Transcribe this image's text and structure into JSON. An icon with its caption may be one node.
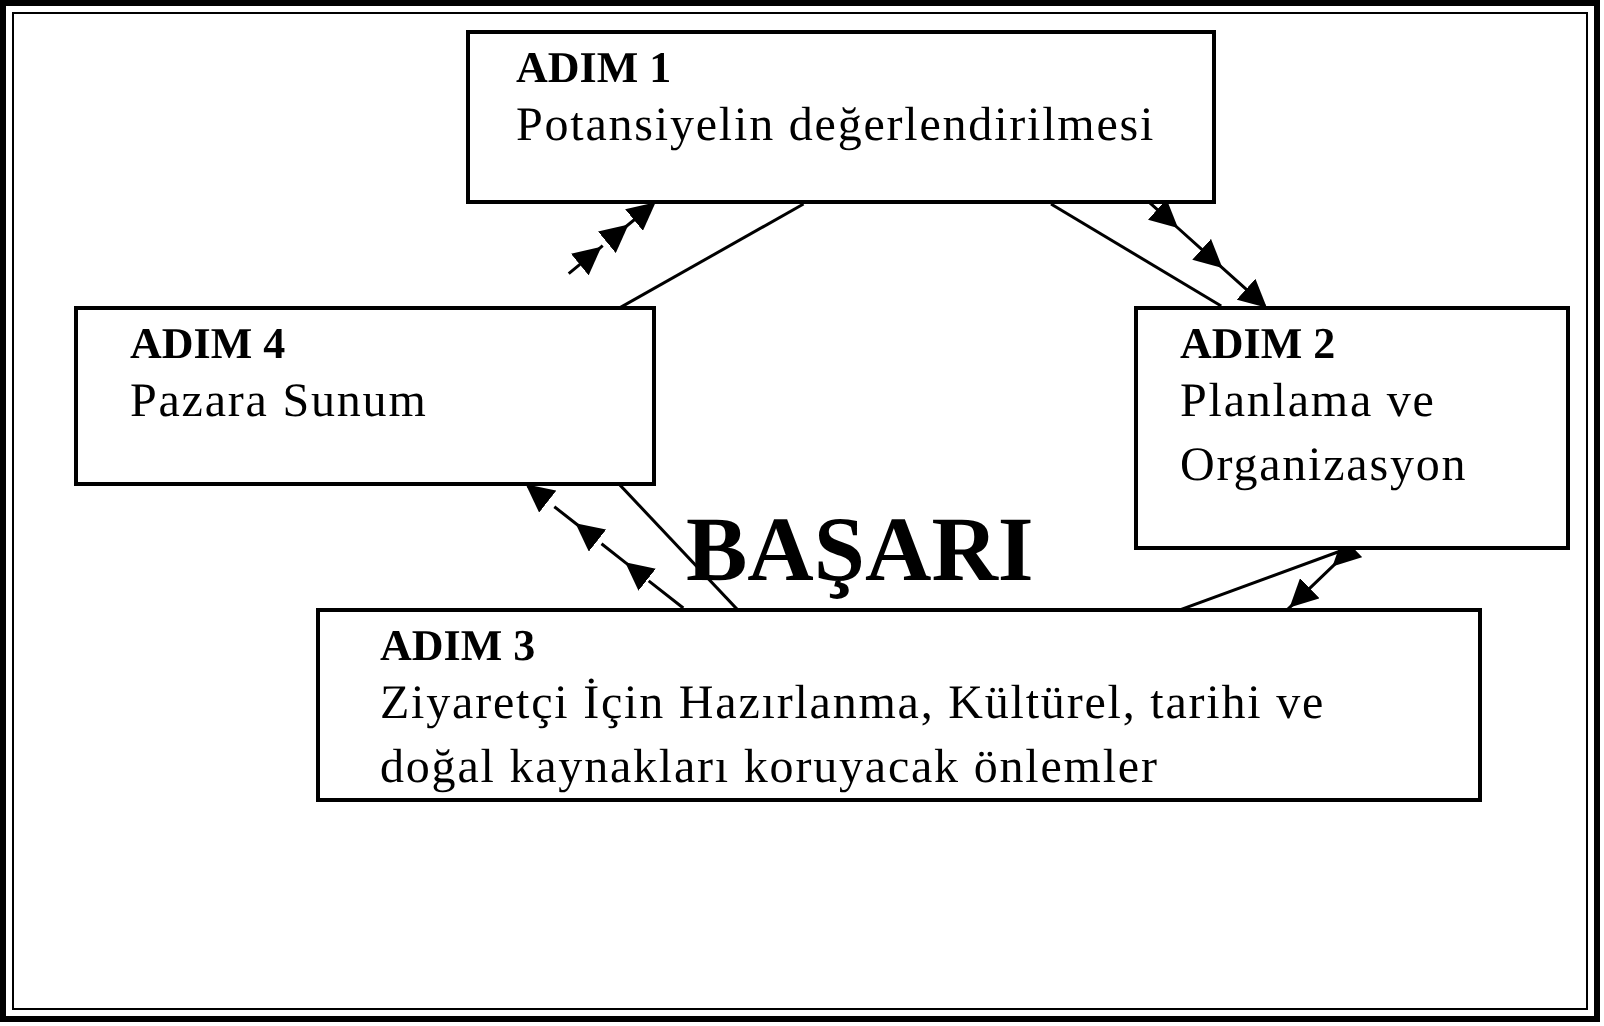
{
  "diagram": {
    "nodes": [
      {
        "text": [
          "ADIM 1",
          "Potansiyelin değerlendirilmesi"
        ]
      },
      {
        "text": [
          "ADIM 4",
          "Pazara Sunum"
        ]
      },
      {
        "text": [
          "ADIM 2",
          "Planlama ve Organizasyon"
        ]
      },
      {
        "text": [
          "ADIM 3",
          "Ziyaretçi İçin Hazırlanma, Kültürel, tarihi ve doğal kaynakları koruyacak önlemler"
        ]
      }
    ],
    "edges": [
      {
        "from": 0,
        "to": 2,
        "arrow": "to",
        "style": "dashed"
      },
      {
        "from": 0,
        "to": 2,
        "arrow": "none"
      },
      {
        "from": 2,
        "to": 3,
        "arrow": "to",
        "style": "dashed"
      },
      {
        "from": 2,
        "to": 3,
        "arrow": "none"
      },
      {
        "from": 3,
        "to": 1,
        "arrow": "to",
        "style": "dashed"
      },
      {
        "from": 1,
        "to": 3,
        "arrow": "none"
      },
      {
        "from": 1,
        "to": 0,
        "arrow": "to",
        "style": "dashed"
      },
      {
        "from": 1,
        "to": 0,
        "arrow": "none"
      }
    ],
    "labels": [
      "BAŞARI"
    ]
  }
}
